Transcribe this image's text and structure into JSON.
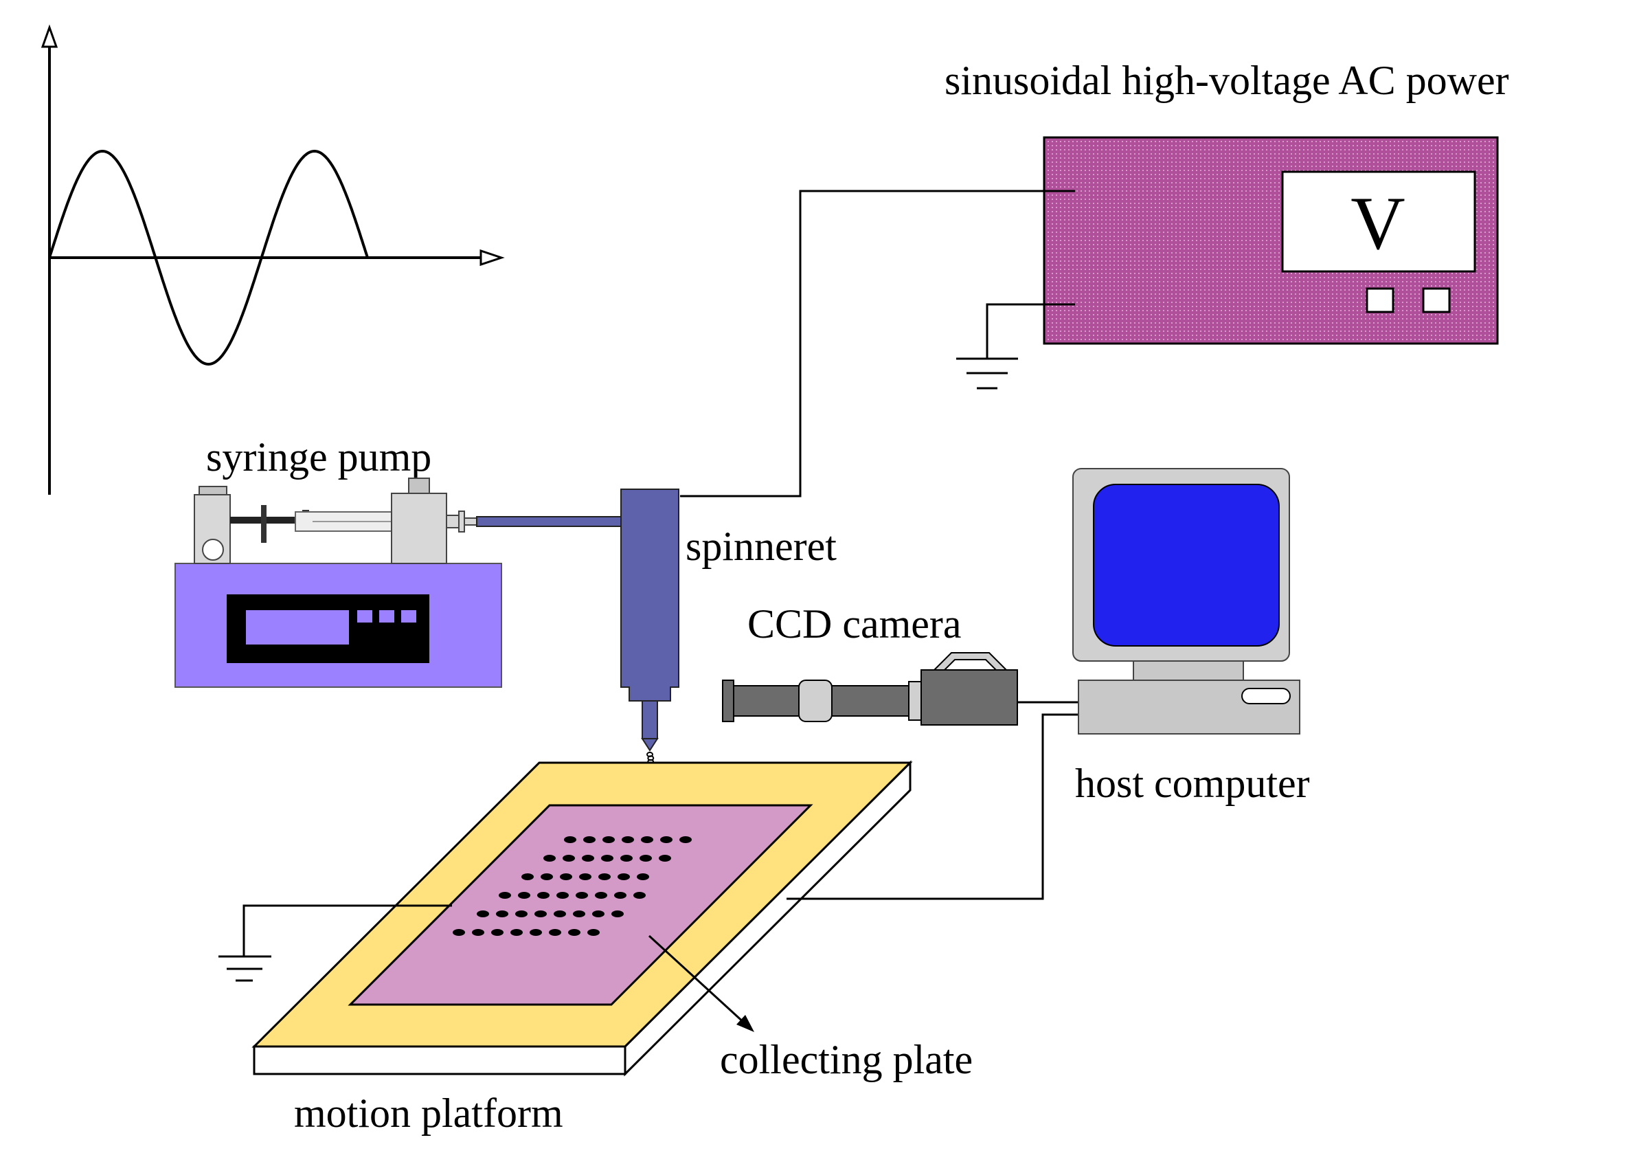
{
  "labels": {
    "power_supply": "sinusoidal high-voltage AC power",
    "syringe_pump": "syringe pump",
    "spinneret": "spinneret",
    "ccd_camera": "CCD camera",
    "host_computer": "host computer",
    "collecting_plate": "collecting plate",
    "motion_platform": "motion platform"
  },
  "power_display_symbol": "V",
  "droplet_rows": [
    7,
    7,
    7,
    8,
    8,
    8
  ],
  "colors": {
    "power_supply": "#b0509a",
    "pump_body": "#9b80ff",
    "pump_panel": "#000000",
    "pump_screen": "#9b80ff",
    "spinneret": "#5e62aa",
    "platform_frame": "#ffe27e",
    "collecting_plate": "#d39ac7",
    "monitor_screen": "#2222ee",
    "computer_body": "#c8c8c8",
    "camera_body": "#6c6c6c",
    "syringe_metal": "#d8d8d8"
  }
}
